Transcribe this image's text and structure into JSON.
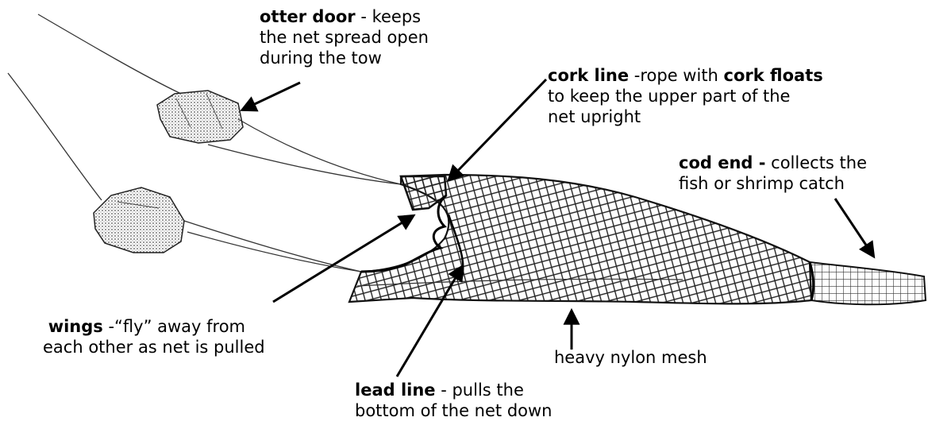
{
  "labels": {
    "otter_door": {
      "term": "otter door",
      "desc_1": " - keeps",
      "line2": "the net spread open",
      "line3": "during the tow"
    },
    "cork_line": {
      "term": "cork line",
      "mid": " -rope with ",
      "term2": "cork floats",
      "line2": "to keep the upper part of the",
      "line3": "net upright"
    },
    "cod_end": {
      "term": "cod end -",
      "desc_1": " collects the",
      "line2": "fish or shrimp catch"
    },
    "wings": {
      "term": "wings",
      "desc_1": " -“fly” away from",
      "line2": "each other as net is pulled"
    },
    "mesh": {
      "text": "heavy nylon mesh"
    },
    "lead_line": {
      "term": "lead line",
      "desc_1": " - pulls the",
      "line2": "bottom of the net down"
    }
  },
  "colors": {
    "ink": "#000000",
    "door_fill": "#d8d8d8",
    "line": "#333333"
  }
}
